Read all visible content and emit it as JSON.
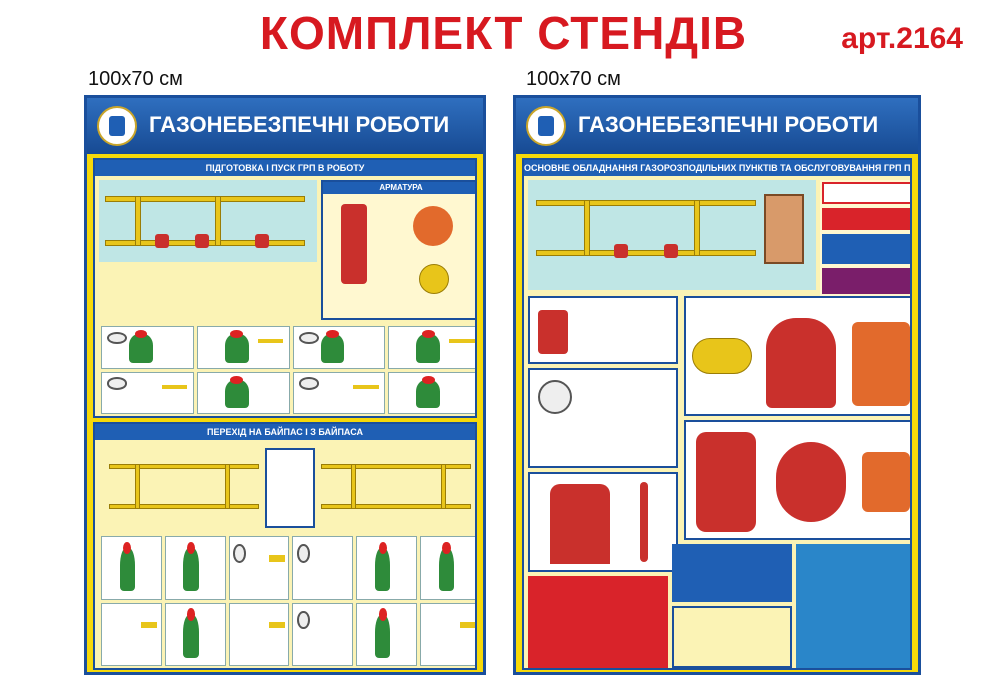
{
  "header": {
    "title": "КОМПЛЕКТ СТЕНДІВ",
    "article": "арт.2164",
    "size_left": "100х70 см",
    "size_right": "100х70 см"
  },
  "poster_left": {
    "title": "ГАЗОНЕБЕЗПЕЧНІ РОБОТИ",
    "section1": "ПІДГОТОВКА І ПУСК ГРП В РОБОТУ",
    "section1_sub": "АРМАТУРА",
    "section2": "ПЕРЕХІД НА БАЙПАС І З БАЙПАСА"
  },
  "poster_right": {
    "title": "ГАЗОНЕБЕЗПЕЧНІ РОБОТИ",
    "section1": "ОСНОВНЕ ОБЛАДНАННЯ ГАЗОРОЗПОДІЛЬНИХ ПУНКТІВ ТА ОБСЛУГОВУВАННЯ ГРП ПІД ЧАС РОБОТИ"
  },
  "colors": {
    "accent": "#d71920",
    "poster_bg": "#f6d90a",
    "header_blue": "#1f5fb4"
  }
}
